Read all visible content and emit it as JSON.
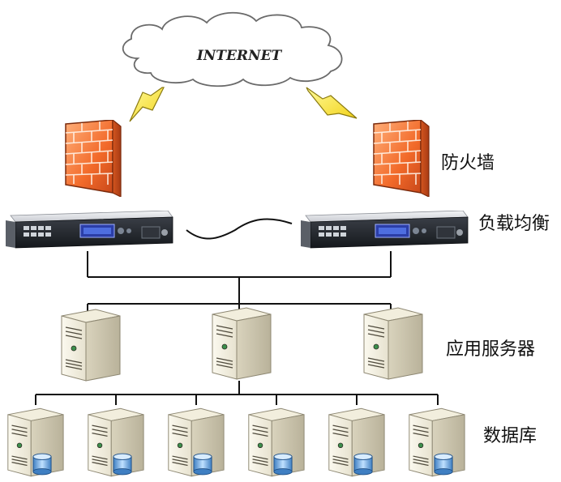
{
  "cloud": {
    "label": "INTERNET"
  },
  "labels": {
    "firewall": "防火墙",
    "load_balancer": "负载均衡",
    "app_server": "应用服务器",
    "database": "数据库"
  },
  "nodes": {
    "firewalls": 2,
    "load_balancers": 2,
    "app_servers": 3,
    "databases": 6
  }
}
